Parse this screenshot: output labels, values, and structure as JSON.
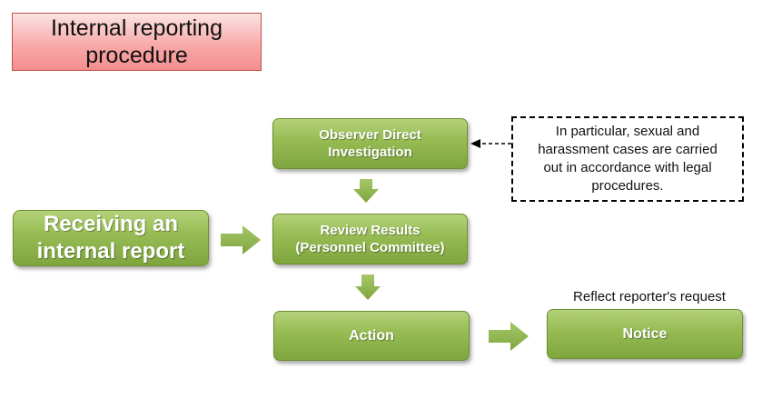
{
  "title": {
    "line1": "Internal reporting",
    "line2": "procedure"
  },
  "nodes": {
    "receiving": {
      "line1": "Receiving an",
      "line2": "internal report"
    },
    "observer": {
      "line1": "Observer Direct",
      "line2": "Investigation"
    },
    "review": {
      "line1": "Review Results",
      "line2": "(Personnel Committee)"
    },
    "action": {
      "label": "Action"
    },
    "notice": {
      "label": "Notice"
    }
  },
  "note": {
    "line1": "In particular, sexual  and",
    "line2": "harassment cases are carried",
    "line3": "out in accordance with legal",
    "line4": "procedures."
  },
  "request_label": "Reflect reporter's request",
  "colors": {
    "box_green": "#98bd55",
    "arrow_green": "#8db14a",
    "title_red": "#f8aaaa"
  }
}
